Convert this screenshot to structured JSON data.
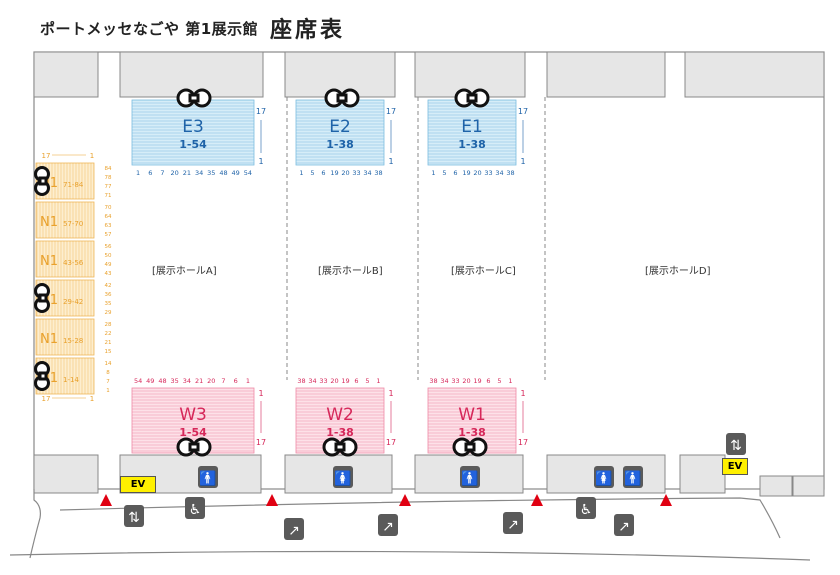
{
  "header": {
    "venue": "ポートメッセなごや 第1展示館",
    "title": "座席表"
  },
  "halls": [
    {
      "key": "A",
      "label": "[展示ホールA]"
    },
    {
      "key": "B",
      "label": "[展示ホールB]"
    },
    {
      "key": "C",
      "label": "[展示ホールC]"
    },
    {
      "key": "D",
      "label": "[展示ホールD]"
    }
  ],
  "east_blocks": [
    {
      "name": "E3",
      "seats": "1-54",
      "ticks": [
        "1",
        "6",
        "7",
        "20",
        "21",
        "34",
        "35",
        "48",
        "49",
        "54"
      ],
      "row_top": "17",
      "row_bottom": "1"
    },
    {
      "name": "E2",
      "seats": "1-38",
      "ticks": [
        "1",
        "5",
        "6",
        "19",
        "20",
        "33",
        "34",
        "38"
      ],
      "row_top": "17",
      "row_bottom": "1"
    },
    {
      "name": "E1",
      "seats": "1-38",
      "ticks": [
        "1",
        "5",
        "6",
        "19",
        "20",
        "33",
        "34",
        "38"
      ],
      "row_top": "17",
      "row_bottom": "1"
    }
  ],
  "west_blocks": [
    {
      "name": "W3",
      "seats": "1-54",
      "ticks": [
        "54",
        "49",
        "48",
        "35",
        "34",
        "21",
        "20",
        "7",
        "6",
        "1"
      ],
      "row_top": "1",
      "row_bottom": "17"
    },
    {
      "name": "W2",
      "seats": "1-38",
      "ticks": [
        "38",
        "34",
        "33",
        "20",
        "19",
        "6",
        "5",
        "1"
      ],
      "row_top": "1",
      "row_bottom": "17"
    },
    {
      "name": "W1",
      "seats": "1-38",
      "ticks": [
        "38",
        "34",
        "33",
        "20",
        "19",
        "6",
        "5",
        "1"
      ],
      "row_top": "1",
      "row_bottom": "17"
    }
  ],
  "north_blocks": [
    {
      "name": "N1",
      "seats": "71-84",
      "nums": [
        "84",
        "78",
        "77",
        "71"
      ]
    },
    {
      "name": "N1",
      "seats": "57-70",
      "nums": [
        "70",
        "64",
        "63",
        "57"
      ]
    },
    {
      "name": "N1",
      "seats": "43-56",
      "nums": [
        "56",
        "50",
        "49",
        "43"
      ]
    },
    {
      "name": "N1",
      "seats": "29-42",
      "nums": [
        "42",
        "36",
        "35",
        "29"
      ]
    },
    {
      "name": "N1",
      "seats": "15-28",
      "nums": [
        "28",
        "22",
        "21",
        "15"
      ]
    },
    {
      "name": "N1",
      "seats": "1-14",
      "nums": [
        "14",
        "8",
        "7",
        "1"
      ]
    }
  ],
  "north_row_top": {
    "left": "17",
    "right": "1"
  },
  "north_row_bottom": {
    "left": "17",
    "right": "1"
  },
  "elevator_label": "EV",
  "colors": {
    "east": "#d3ebf7",
    "east_text": "#1f63a8",
    "west": "#fbdde5",
    "west_text": "#d6285a",
    "north": "#fde9c2",
    "north_text": "#e9a12c",
    "wall": "#e8e8e8",
    "ev": "#fff000",
    "entrance": "#e00012"
  }
}
